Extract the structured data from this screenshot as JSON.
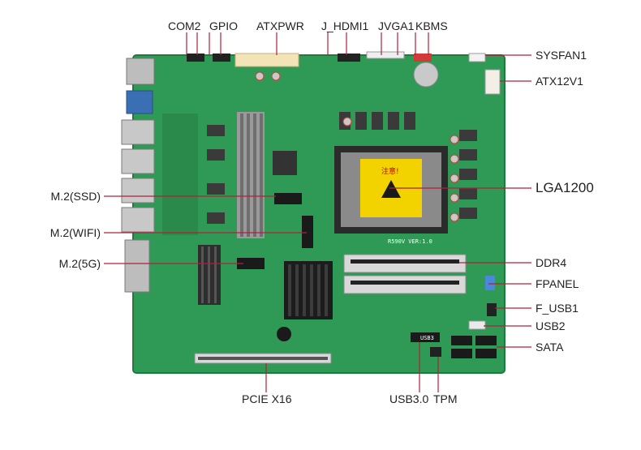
{
  "colors": {
    "pcb": "#2f9a55",
    "pcb_dark": "#1f7a40",
    "leader": "#b0203a",
    "heatsink": "#2a2a2a",
    "slot": "#d9d9d9",
    "text": "#222222"
  },
  "board": {
    "silkscreen": "R590V VER:1.0",
    "usb3_marking": "USB3",
    "cpu_sticker": "注意!"
  },
  "labels": {
    "top": [
      "COM2",
      "GPIO",
      "ATXPWR",
      "J_HDMI1",
      "JVGA1",
      "KBMS"
    ],
    "right": [
      "SYSFAN1",
      "ATX12V1",
      "LGA1200",
      "DDR4",
      "FPANEL",
      "F_USB1",
      "USB2",
      "SATA"
    ],
    "left": [
      "M.2(SSD)",
      "M.2(WIFI)",
      "M.2(5G)"
    ],
    "bottom": [
      "PCIE X16",
      "USB3.0",
      "TPM"
    ]
  }
}
